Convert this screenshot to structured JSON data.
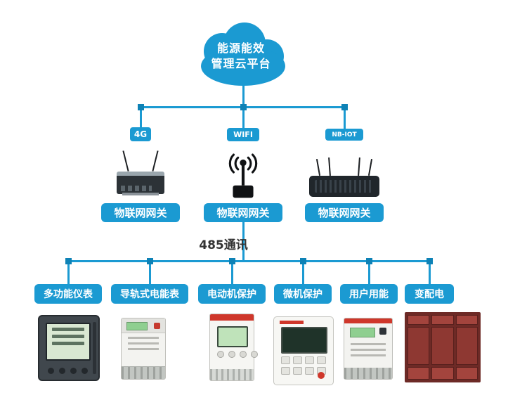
{
  "colors": {
    "accent": "#1b9ad2",
    "node": "#0e82b6",
    "bus_text": "#333333",
    "cabinet_red": "#8e3832"
  },
  "cloud": {
    "line1": "能源能效",
    "line2": "管理云平台"
  },
  "gateways": [
    {
      "badge": "4G",
      "label": "物联网网关",
      "icon": "router-4g"
    },
    {
      "badge": "WIFI",
      "label": "物联网网关",
      "icon": "wifi-antenna"
    },
    {
      "badge": "NB-IOT",
      "label": "物联网网关",
      "icon": "router-nbiot"
    }
  ],
  "bus": {
    "label": "485通讯"
  },
  "devices": [
    {
      "label": "多功能仪表",
      "icon": "multifunction-meter"
    },
    {
      "label": "导轨式电能表",
      "icon": "din-rail-energy-meter"
    },
    {
      "label": "电动机保护",
      "icon": "motor-protection-relay"
    },
    {
      "label": "微机保护",
      "icon": "micro-protection-unit"
    },
    {
      "label": "用户用能",
      "icon": "user-energy-meter"
    },
    {
      "label": "变配电",
      "icon": "power-distribution-cabinet"
    }
  ]
}
